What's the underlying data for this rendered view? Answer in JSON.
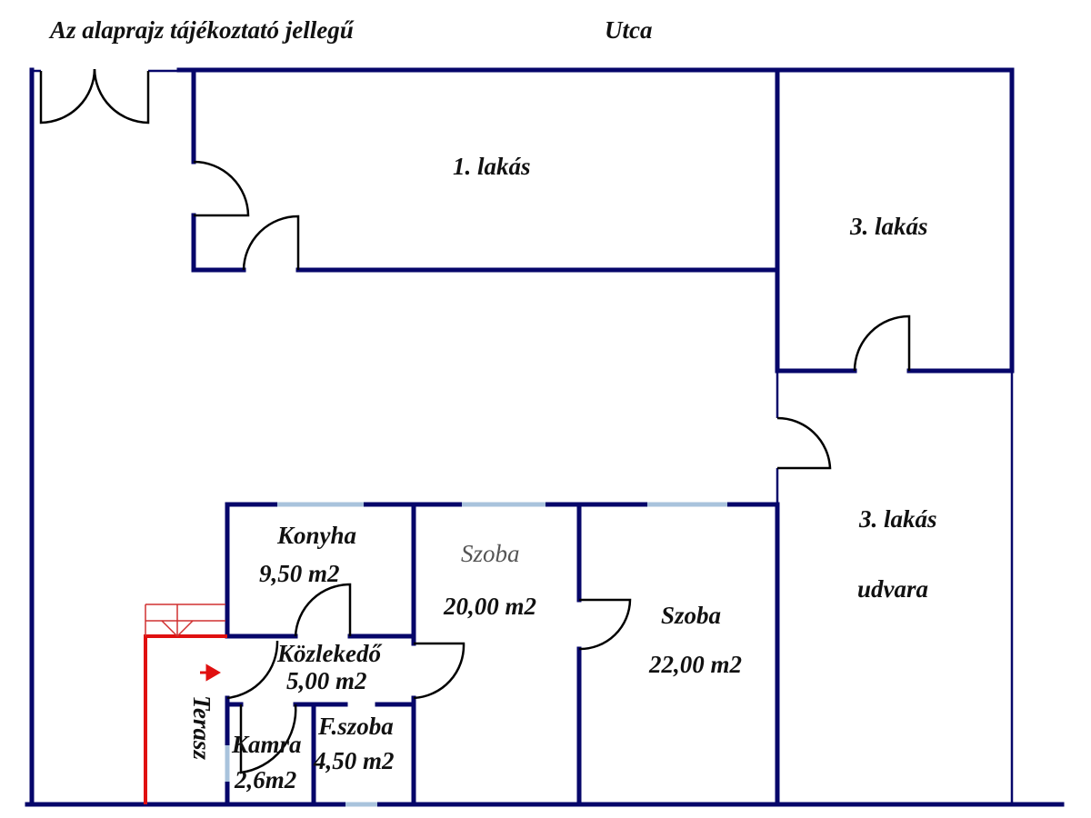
{
  "header": {
    "note": "Az alaprajz tájékoztató jellegű",
    "street": "Utca"
  },
  "rooms": {
    "flat1": "1. lakás",
    "flat3": "3. lakás",
    "flat3_yard_line1": "3. lakás",
    "flat3_yard_line2": "udvara",
    "kitchen": {
      "name": "Konyha",
      "area": "9,50 m2"
    },
    "room1": {
      "name": "Szoba",
      "area": "20,00 m2"
    },
    "room2": {
      "name": "Szoba",
      "area": "22,00 m2"
    },
    "hall": {
      "name": "Közlekedő",
      "area": "5,00 m2"
    },
    "terrace": "Terasz",
    "pantry": {
      "name": "Kamra",
      "area": "2,6m2"
    },
    "bathroom": {
      "name": "F.szoba",
      "area": "4,50 m2"
    }
  },
  "colors": {
    "wall": "#06066a",
    "window": "#a9c3dc",
    "terrace": "#e01010"
  }
}
